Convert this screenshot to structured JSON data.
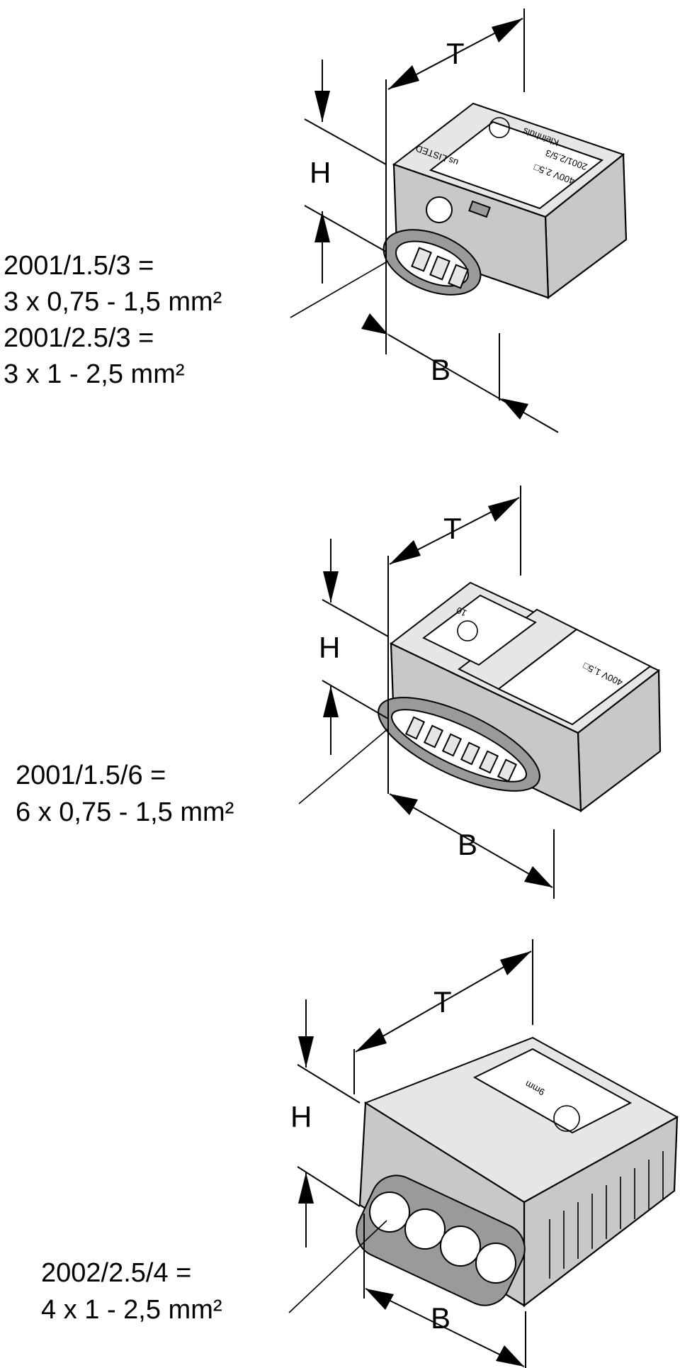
{
  "connectors": [
    {
      "label_lines": [
        "2001/1.5/3 =",
        "3 x 0,75 - 1,5 mm²",
        "2001/2.5/3 =",
        "3 x 1 - 2,5 mm²"
      ],
      "dims": {
        "T": "T",
        "H": "H",
        "B": "B"
      },
      "markings": [
        "2001/2.5/3",
        "400V 2,5□",
        "Kleinhuis",
        "us LISTED"
      ]
    },
    {
      "label_lines": [
        "2001/1.5/6 =",
        "6 x 0,75 - 1,5 mm²"
      ],
      "dims": {
        "T": "T",
        "H": "H",
        "B": "B"
      },
      "markings": [
        "400V 1,5□",
        "10"
      ]
    },
    {
      "label_lines": [
        "2002/2.5/4 =",
        "4 x 1 - 2,5 mm²"
      ],
      "dims": {
        "T": "T",
        "H": "H",
        "B": "B"
      },
      "markings": [
        "9mm"
      ]
    }
  ],
  "colors": {
    "line": "#000000",
    "body": "#c8c8c8",
    "background": "#ffffff"
  }
}
